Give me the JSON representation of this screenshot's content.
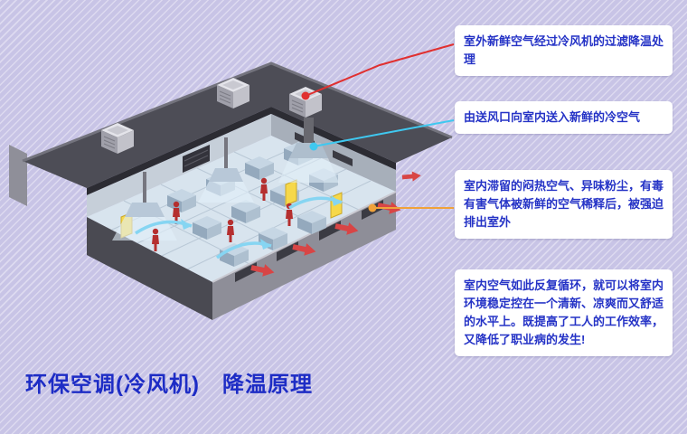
{
  "page": {
    "title": "环保空调(冷风机)　降温原理",
    "background_color": "#c8c4e6",
    "title_color": "#1d2cc5",
    "callout_text_color": "#2533c6"
  },
  "callouts": [
    {
      "text": "室外新鲜空气经过冷风机的过滤降温处理",
      "marker_color": "#e03030"
    },
    {
      "text": "由送风口向室内送入新鲜的冷空气",
      "marker_color": "#3fc8f0"
    },
    {
      "text": "室内滞留的闷热空气、异味粉尘，有毒有害气体被新鲜的空气稀释后，被强迫排出室外",
      "marker_color": "#f0a23a"
    },
    {
      "text": "室内空气如此反复循环，就可以将室内环境稳定控在一个清新、凉爽而又舒适的水平上。既提高了工人的工作效率，又降低了职业病的发生!",
      "marker_color": ""
    }
  ],
  "illustration": {
    "label": "factory-evaporative-cooling-cutaway"
  }
}
